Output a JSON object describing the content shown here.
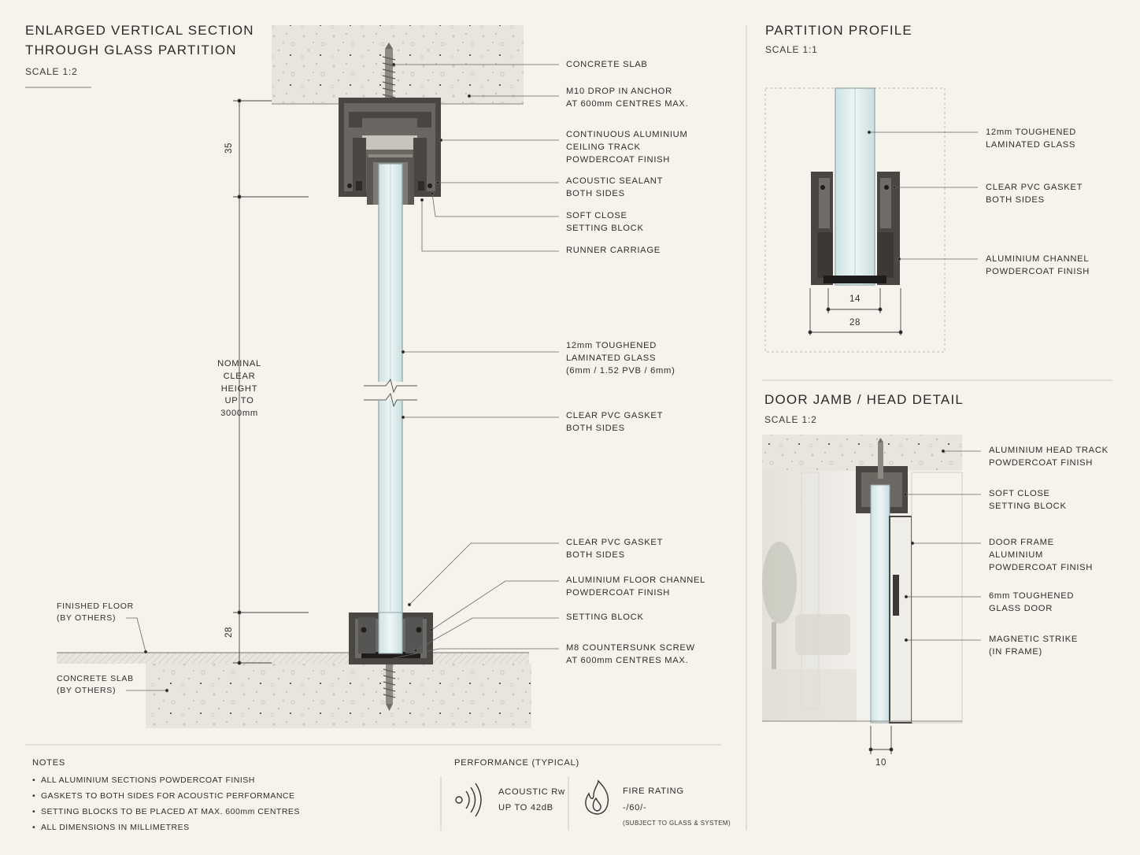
{
  "main_section": {
    "title": "ENLARGED VERTICAL SECTION\nTHROUGH GLASS PARTITION",
    "scale": "SCALE 1:2",
    "labels": {
      "concrete_slab": "CONCRETE SLAB",
      "drop_in_anchor": "M10 DROP IN ANCHOR\nAT 600mm CENTRES MAX.",
      "ceiling_track": "CONTINUOUS ALUMINIUM\nCEILING TRACK\nPOWDERCOAT FINISH",
      "acoustic_sealant": "ACOUSTIC SEALANT\nBOTH SIDES",
      "soft_close": "SOFT CLOSE\nSETTING BLOCK",
      "runner_carriage": "RUNNER CARRIAGE",
      "glass": "12mm TOUGHENED\nLAMINATED GLASS\n(6mm / 1.52 PVB / 6mm)",
      "gasket_upper": "CLEAR PVC GASKET\nBOTH SIDES",
      "gasket_lower": "CLEAR PVC GASKET\nBOTH SIDES",
      "floor_channel": "ALUMINIUM FLOOR CHANNEL\nPOWDERCOAT FINISH",
      "setting_block": "SETTING BLOCK",
      "countersunk_screw": "M8 COUNTERSUNK SCREW\nAT 600mm CENTRES MAX.",
      "finished_floor": "FINISHED FLOOR\n(BY OTHERS)",
      "concrete_slab_below": "CONCRETE SLAB\n(BY OTHERS)"
    },
    "dimensions": {
      "head": "35",
      "clear_height": "NOMINAL\nCLEAR\nHEIGHT\nUP TO\n3000mm",
      "floor": "28"
    }
  },
  "profile": {
    "title": "PARTITION PROFILE",
    "scale": "SCALE 1:1",
    "labels": {
      "glass": "12mm TOUGHENED\nLAMINATED GLASS",
      "gasket": "CLEAR PVC GASKET\nBOTH SIDES",
      "channel": "ALUMINIUM CHANNEL\nPOWDERCOAT FINISH"
    },
    "dimensions": {
      "inner": "14",
      "outer": "28"
    }
  },
  "door": {
    "title": "DOOR JAMB / HEAD DETAIL",
    "scale": "SCALE 1:2",
    "labels": {
      "head_track": "ALUMINIUM HEAD TRACK\nPOWDERCOAT FINISH",
      "soft_close": "SOFT CLOSE\nSETTING BLOCK",
      "door_frame": "DOOR FRAME\nALUMINIUM\nPOWDERCOAT FINISH",
      "glass_door": "6mm TOUGHENED\nGLASS DOOR",
      "magnetic_strike": "MAGNETIC STRIKE\n(IN FRAME)"
    },
    "dimension": "10"
  },
  "notes": {
    "heading": "NOTES",
    "items": [
      "ALL ALUMINIUM SECTIONS POWDERCOAT FINISH",
      "GASKETS TO BOTH SIDES FOR ACOUSTIC PERFORMANCE",
      "SETTING BLOCKS TO BE PLACED AT MAX. 600mm CENTRES",
      "ALL DIMENSIONS IN MILLIMETRES"
    ]
  },
  "performance": {
    "heading": "PERFORMANCE (TYPICAL)",
    "acoustic": {
      "icon": "sound-icon",
      "label": "ACOUSTIC Rw",
      "value": "UP TO 42dB"
    },
    "fire": {
      "icon": "flame-icon",
      "label": "FIRE RATING",
      "value": "-/60/-",
      "note": "(SUBJECT TO GLASS & SYSTEM)"
    }
  },
  "colors": {
    "background": "#f6f3ec",
    "aluminium": "#4a4643",
    "glass": "#dbe9ea",
    "concrete": "#e7e4dc",
    "ink": "#2b2a28"
  }
}
